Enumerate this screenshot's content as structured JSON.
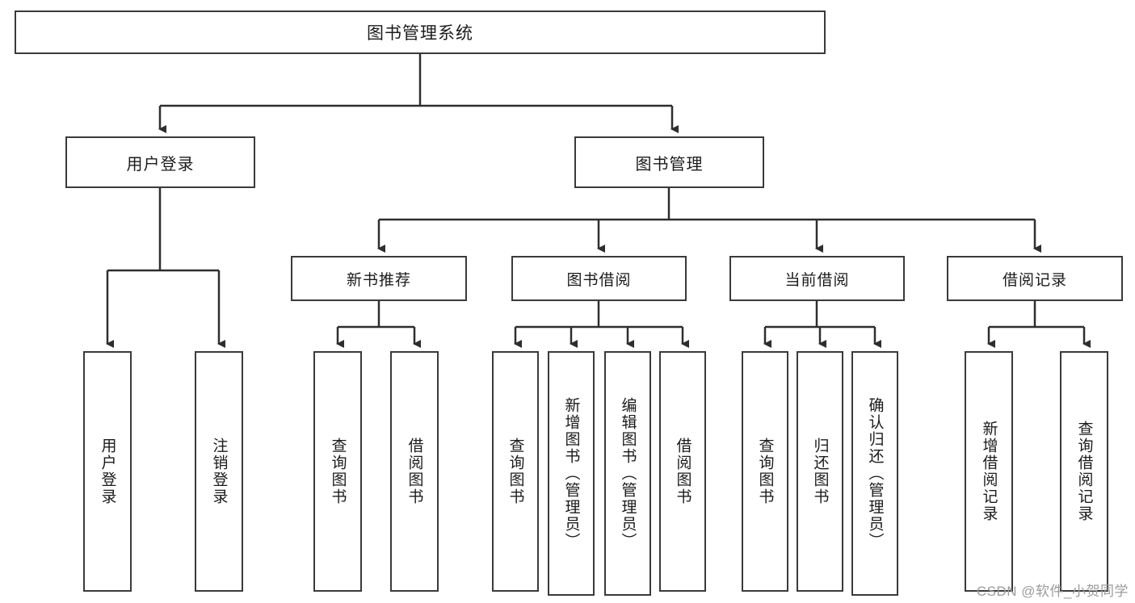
{
  "diagram": {
    "title": "图书管理系统",
    "type": "tree-hierarchy-diagram",
    "colors": {
      "stroke": "#3a3a3a",
      "fill": "#ffffff",
      "text": "#1b1b1b",
      "watermark": "#9b9b9b"
    },
    "root": {
      "label": "图书管理系统"
    },
    "level2": [
      {
        "label": "用户登录"
      },
      {
        "label": "图书管理"
      }
    ],
    "level3": [
      {
        "label": "新书推荐"
      },
      {
        "label": "图书借阅"
      },
      {
        "label": "当前借阅"
      },
      {
        "label": "借阅记录"
      }
    ],
    "leaves": {
      "user_login": [
        {
          "label": "用户登录"
        },
        {
          "label": "注销登录"
        }
      ],
      "new_book_recommend": [
        {
          "label": "查询图书"
        },
        {
          "label": "借阅图书"
        }
      ],
      "book_borrow": [
        {
          "label": "查询图书"
        },
        {
          "label": "新增图书（管理员）"
        },
        {
          "label": "编辑图书（管理员）"
        },
        {
          "label": "借阅图书"
        }
      ],
      "current_borrow": [
        {
          "label": "查询图书"
        },
        {
          "label": "归还图书"
        },
        {
          "label": "确认归还（管理员）"
        }
      ],
      "borrow_record": [
        {
          "label": "新增借阅记录"
        },
        {
          "label": "查询借阅记录"
        }
      ]
    }
  },
  "watermark": {
    "text": "CSDN @软件_小贺同学"
  }
}
